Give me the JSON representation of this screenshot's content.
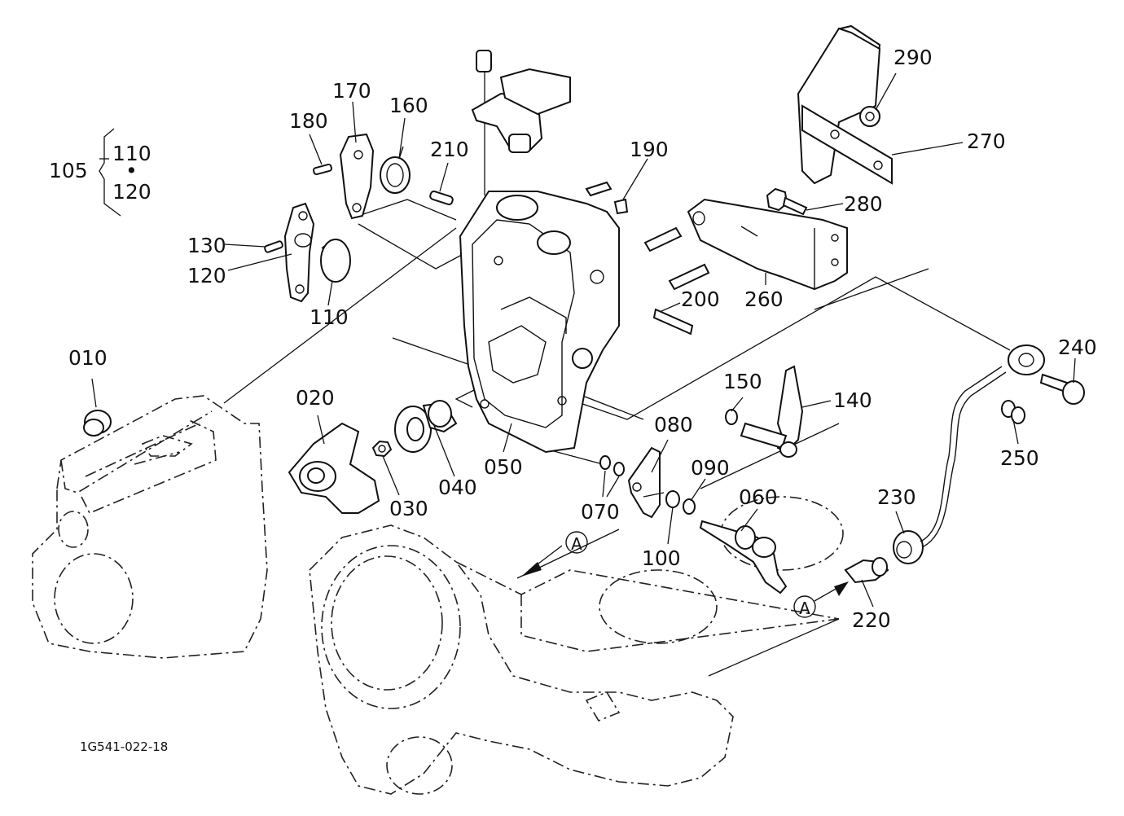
{
  "diagram": {
    "drawing_number": "1G541-022-18",
    "bracket_group": {
      "parent": "105",
      "children": [
        "110",
        "•",
        "120"
      ]
    },
    "ref_mark": "A",
    "callouts": [
      {
        "id": "010",
        "text": "010"
      },
      {
        "id": "020",
        "text": "020"
      },
      {
        "id": "030",
        "text": "030"
      },
      {
        "id": "040",
        "text": "040"
      },
      {
        "id": "050",
        "text": "050"
      },
      {
        "id": "060",
        "text": "060"
      },
      {
        "id": "070",
        "text": "070"
      },
      {
        "id": "080",
        "text": "080"
      },
      {
        "id": "090",
        "text": "090"
      },
      {
        "id": "100",
        "text": "100"
      },
      {
        "id": "110",
        "text": "110"
      },
      {
        "id": "120",
        "text": "120"
      },
      {
        "id": "130",
        "text": "130"
      },
      {
        "id": "140",
        "text": "140"
      },
      {
        "id": "150",
        "text": "150"
      },
      {
        "id": "160",
        "text": "160"
      },
      {
        "id": "170",
        "text": "170"
      },
      {
        "id": "180",
        "text": "180"
      },
      {
        "id": "190",
        "text": "190"
      },
      {
        "id": "200",
        "text": "200"
      },
      {
        "id": "210",
        "text": "210"
      },
      {
        "id": "220",
        "text": "220"
      },
      {
        "id": "230",
        "text": "230"
      },
      {
        "id": "240",
        "text": "240"
      },
      {
        "id": "250",
        "text": "250"
      },
      {
        "id": "260",
        "text": "260"
      },
      {
        "id": "270",
        "text": "270"
      },
      {
        "id": "280",
        "text": "280"
      },
      {
        "id": "290",
        "text": "290"
      }
    ]
  }
}
